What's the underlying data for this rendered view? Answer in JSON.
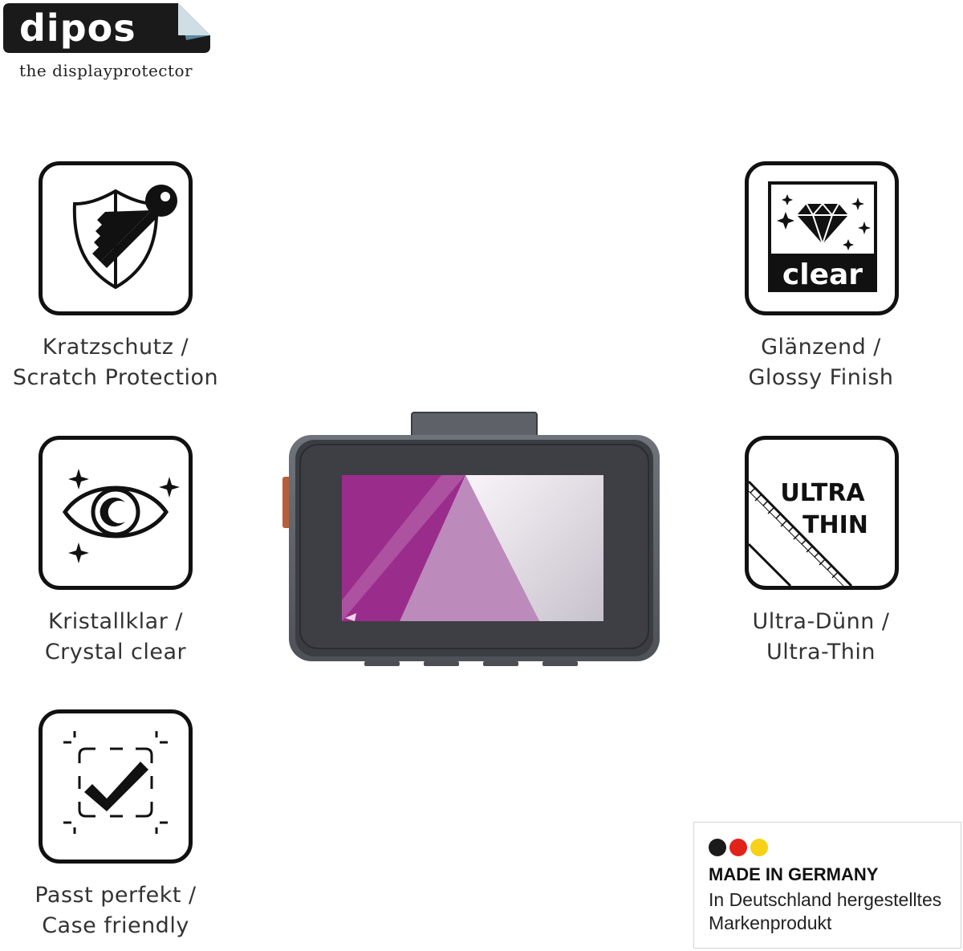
{
  "brand": {
    "name": "dipos",
    "tagline": "the displayprotector",
    "badge_color": "#1a1a1a",
    "corner_accent_color": "#5a8aa0"
  },
  "features": [
    {
      "icon": "shield-key-icon",
      "line1": "Kratzschutz /",
      "line2": "Scratch Protection"
    },
    {
      "icon": "eye-sparkle-icon",
      "line1": "Kristallklar /",
      "line2": "Crystal clear"
    },
    {
      "icon": "check-frame-icon",
      "line1": "Passt perfekt /",
      "line2": "Case friendly"
    },
    {
      "icon": "diamond-clear-icon",
      "icon_text": "clear",
      "line1": "Glänzend /",
      "line2": "Glossy Finish"
    },
    {
      "icon": "ultra-thin-ruler-icon",
      "icon_text_1": "ULTRA",
      "icon_text_2": "THIN",
      "line1": "Ultra-Dünn /",
      "line2": "Ultra-Thin"
    }
  ],
  "device": {
    "icon": "dashcam-device",
    "screen_accent": "#9a2c8c",
    "button_accent": "#b5603a"
  },
  "made_in": {
    "title": "MADE IN GERMANY",
    "line1": "In Deutschland hergestelltes",
    "line2": "Markenprodukt",
    "flag_colors": [
      "#1a1a1a",
      "#e2231a",
      "#f7d117"
    ]
  }
}
